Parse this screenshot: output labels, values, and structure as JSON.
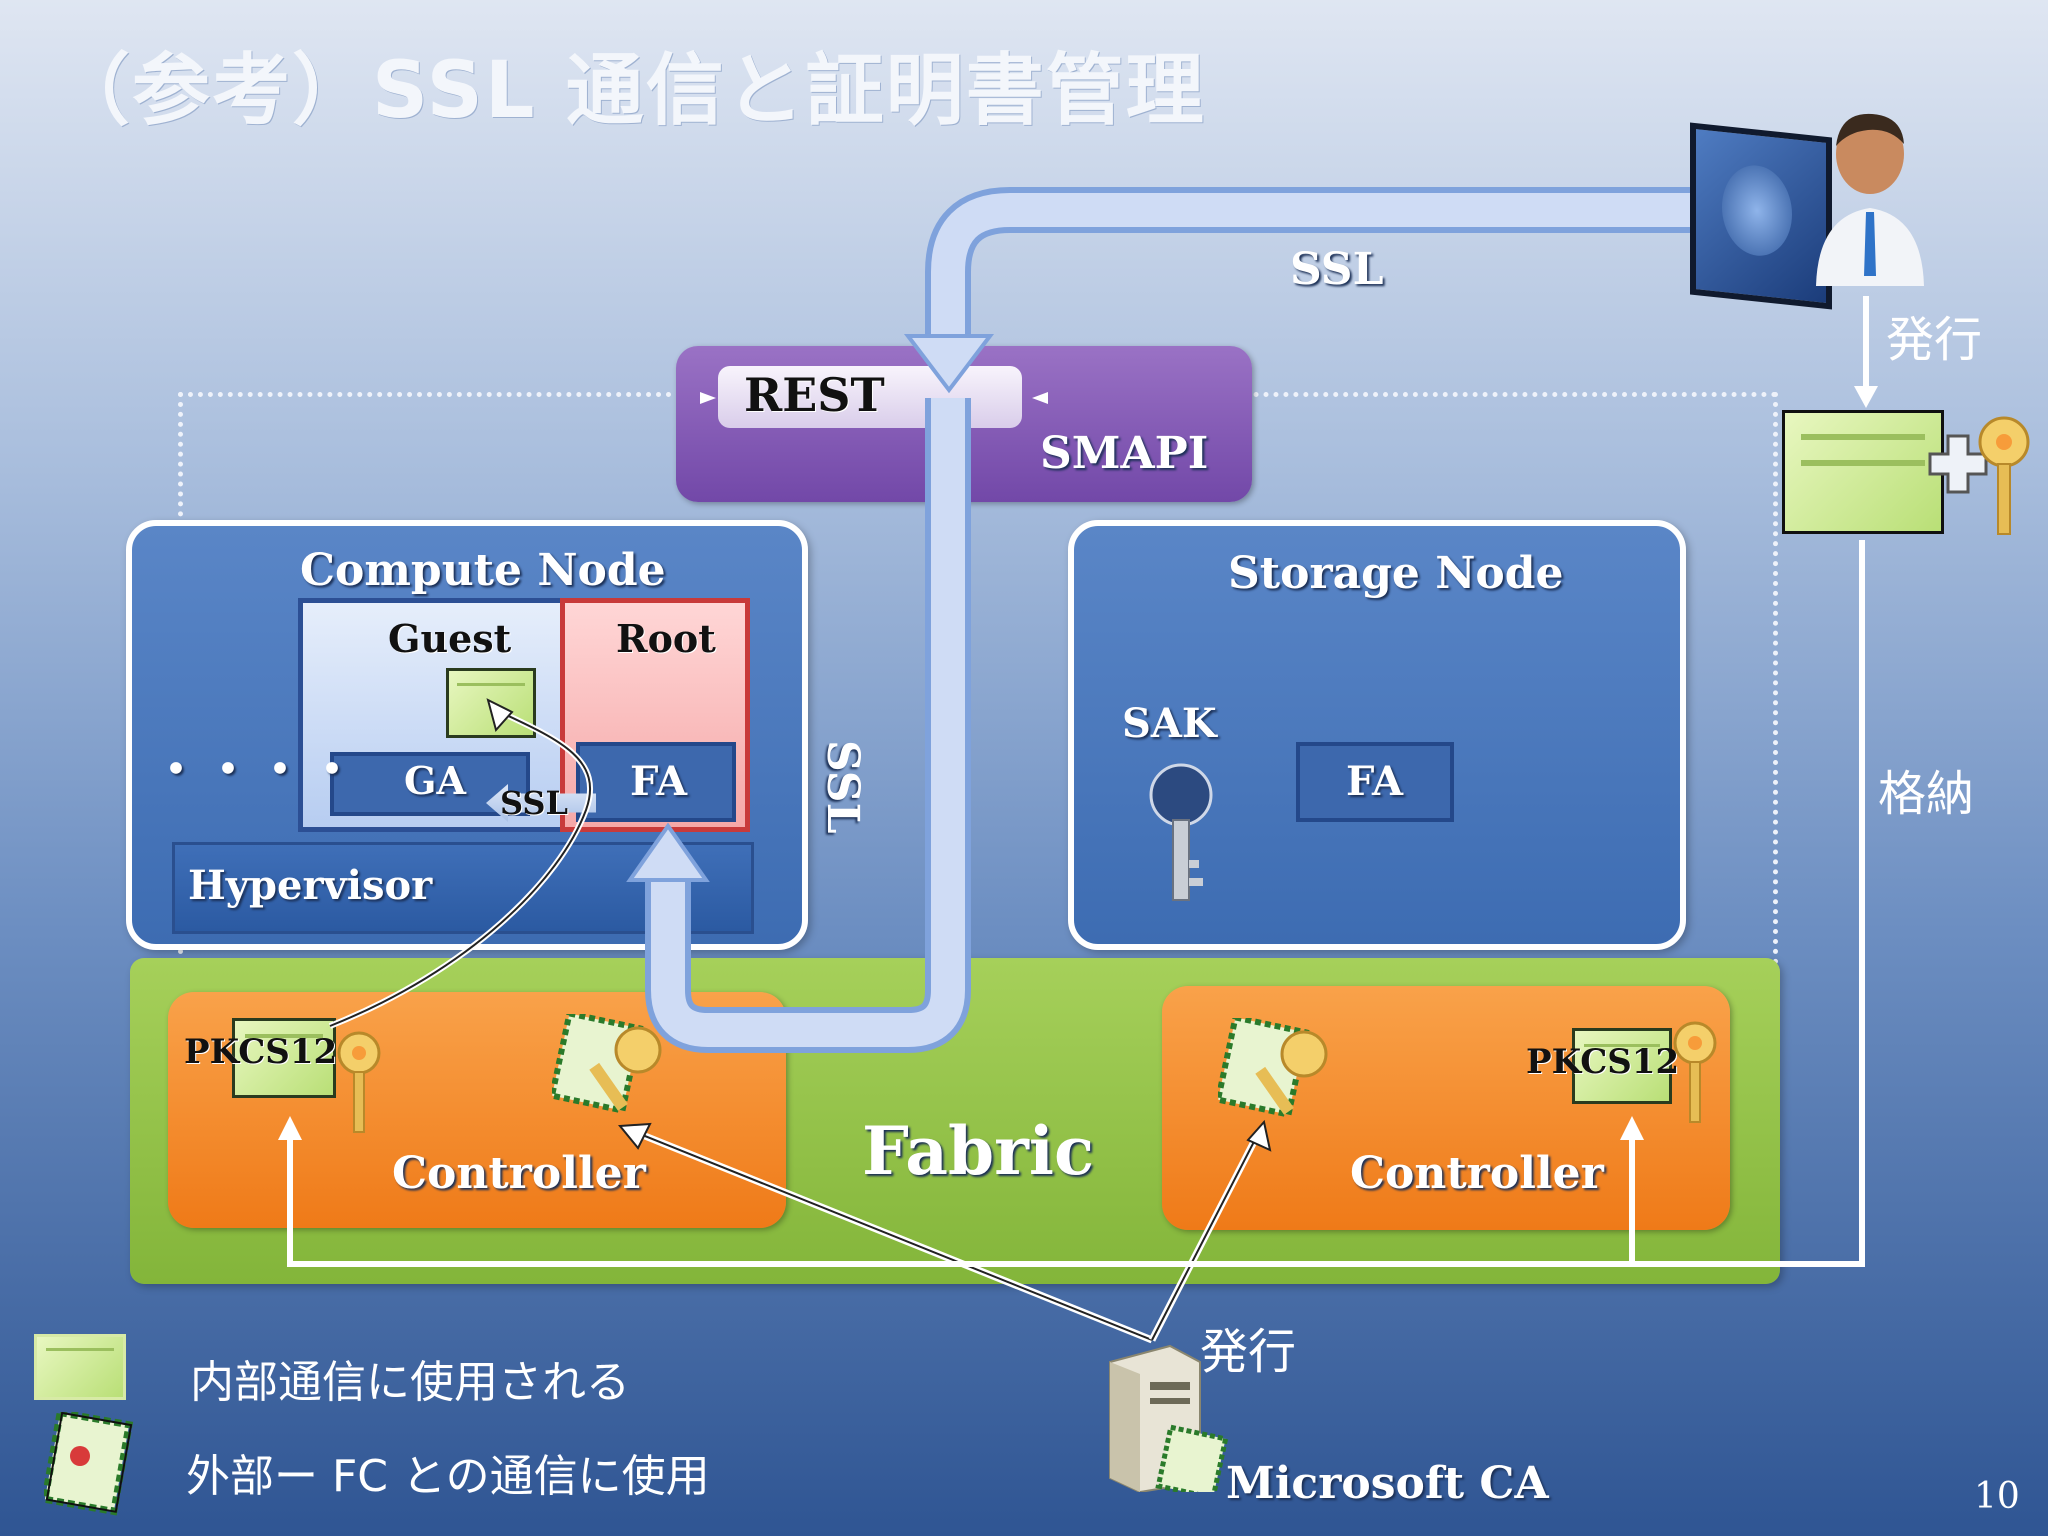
{
  "title": "（参考）SSL 通信と証明書管理",
  "page_number": "10",
  "labels": {
    "ssl_top": "SSL",
    "ssl_vertical": "SSL",
    "ssl_inner": "SSL",
    "rest": "REST",
    "smapi": "SMAPI",
    "compute_node": "Compute Node",
    "guest": "Guest",
    "root": "Root",
    "ga": "GA",
    "fa_compute": "FA",
    "hypervisor": "Hypervisor",
    "storage_node": "Storage Node",
    "sak": "SAK",
    "fa_storage": "FA",
    "ellipsis": "・・・・",
    "fabric": "Fabric",
    "controller_left": "Controller",
    "controller_right": "Controller",
    "pkcs_left": "PKCS12",
    "pkcs_right": "PKCS12",
    "issue_top": "発行",
    "store": "格納",
    "issue_bottom": "発行",
    "microsoft_ca": "Microsoft CA"
  },
  "legend": {
    "internal": "内部通信に使用される",
    "external": "外部ー FC との通信に使用"
  },
  "icons": [
    "user-icon",
    "monitor-icon",
    "certificate-icon",
    "key-icon",
    "server-icon",
    "plus-icon"
  ]
}
